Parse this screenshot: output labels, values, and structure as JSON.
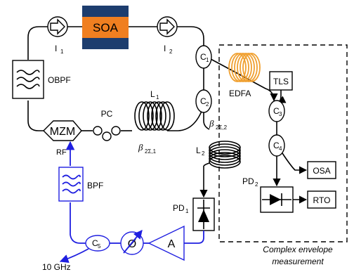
{
  "components": {
    "soa": "SOA",
    "isolator_1": {
      "main": "I",
      "sub": "1"
    },
    "isolator_2": {
      "main": "I",
      "sub": "2"
    },
    "obpf": "OBPF",
    "mzm": "MZM",
    "pc": "PC",
    "coupler_1": {
      "main": "C",
      "sub": "1"
    },
    "coupler_2": {
      "main": "C",
      "sub": "2"
    },
    "coupler_3": {
      "main": "C",
      "sub": "3"
    },
    "coupler_4": {
      "main": "C",
      "sub": "4"
    },
    "coupler_5": {
      "main": "C",
      "sub": "5"
    },
    "fiber_1": {
      "main": "L",
      "sub": "1"
    },
    "fiber_2": {
      "main": "L",
      "sub": "2"
    },
    "beta_1": {
      "main": "β",
      "sub": "2Σ,1"
    },
    "beta_2": {
      "main": "β",
      "sub": "2Σ,2"
    },
    "edfa": "EDFA",
    "tls": "TLS",
    "osa": "OSA",
    "rto": "RTO",
    "pd_1": {
      "main": "PD",
      "sub": "1"
    },
    "pd_2": {
      "main": "PD",
      "sub": "2"
    },
    "rf": "RF",
    "bpf": "BPF",
    "phase_shifter": "Ø",
    "amplifier": "A",
    "output_freq": "10 GHz"
  },
  "measurement_box": {
    "line1": "Complex envelope",
    "line2": "measurement"
  },
  "colors": {
    "optical": "#000000",
    "electrical": "#1f1fe0",
    "soa_orange": "#f07f20",
    "soa_blue": "#1d3d6e",
    "edfa_coil": "#f0a030"
  }
}
